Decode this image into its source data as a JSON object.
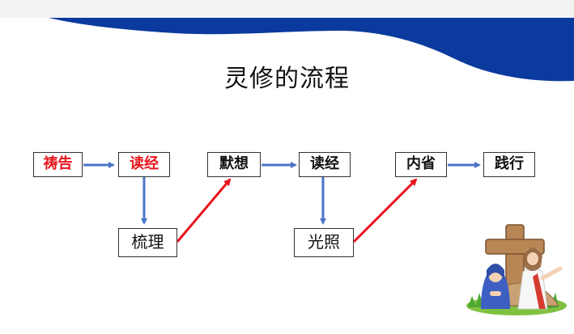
{
  "title": "灵修的流程",
  "colors": {
    "wave_blue": "#0b3a9e",
    "arrow_blue": "#4a76c6",
    "arrow_red": "#e8141c",
    "highlight_text": "#e8141c"
  },
  "flow": {
    "step1": "祷告",
    "step2": "读经",
    "step3": "梳理",
    "step4": "默想",
    "step5": "读经",
    "step6": "光照",
    "step7": "内省",
    "step8": "践行"
  },
  "illustration": "cross-with-figures-icon"
}
